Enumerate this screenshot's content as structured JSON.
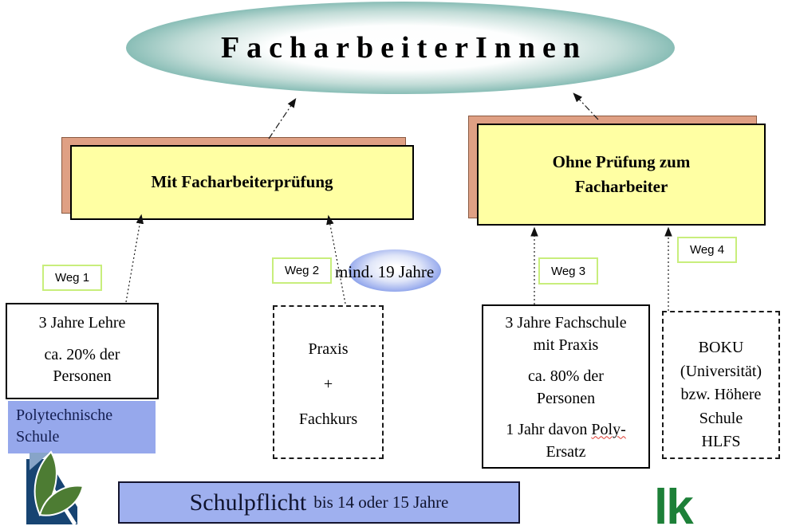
{
  "slide": {
    "title": "FacharbeiterInnen",
    "paths": {
      "mit_pruefung": "Mit Facharbeiterprüfung",
      "ohne_pruefung_line1": "Ohne Prüfung zum",
      "ohne_pruefung_line2": "Facharbeiter"
    },
    "labels": {
      "weg1": "Weg 1",
      "weg2": "Weg 2",
      "weg3": "Weg 3",
      "weg4": "Weg 4",
      "min_age": "mind. 19 Jahre"
    },
    "lehre": {
      "line1": "3 Jahre Lehre",
      "line2": "ca. 20% der",
      "line3": "Personen"
    },
    "poly": {
      "line1": "Polytechnische",
      "line2": "Schule"
    },
    "praxis": {
      "line1": "Praxis",
      "plus": "+",
      "line2": "Fachkurs"
    },
    "fachschule": {
      "line1": "3 Jahre Fachschule",
      "line2": "mit Praxis",
      "line3": "ca. 80% der",
      "line4": "Personen",
      "line5_prefix": "1 Jahr davon ",
      "line5_marked": "Poly-",
      "line6": "Ersatz"
    },
    "boku": {
      "line1": "BOKU",
      "line2": "(Universität)",
      "line3": "bzw. Höhere",
      "line4": "Schule",
      "line5": "HLFS"
    },
    "schulpflicht": {
      "big": "Schulpflicht",
      "small": "bis 14 oder 15 Jahre"
    },
    "logos": {
      "lk": "lk",
      "lfi": "lfi-leaf-logo"
    },
    "colors": {
      "teal_edge": "#2e8b85",
      "box_yellow": "#ffffa3",
      "shadow_salmon": "#dfa084",
      "weg_border_green": "#c8ee7c",
      "periwinkle": "#96a8ec",
      "bar_blue": "#9fb0ef",
      "lk_green": "#1d8038",
      "age_ellipse_blue": "#3c5ed0",
      "logo_navy": "#174472",
      "leaf_green": "#4d7c33"
    }
  }
}
